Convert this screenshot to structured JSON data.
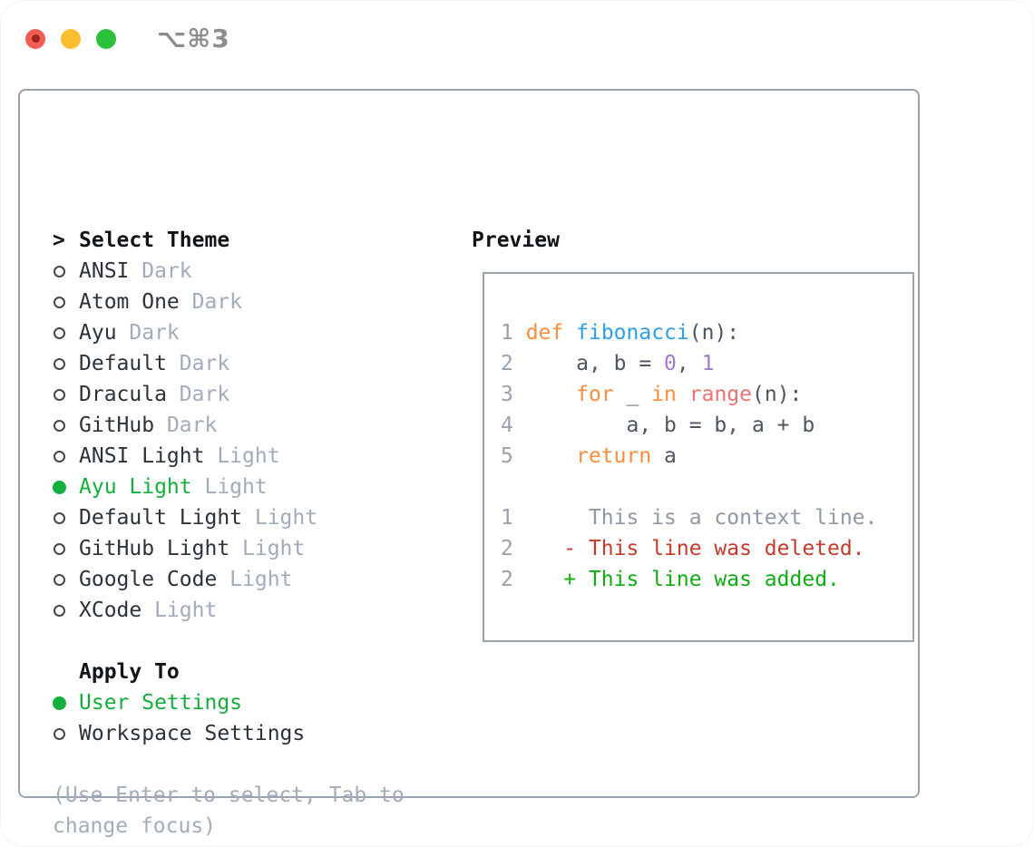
{
  "window": {
    "shortcut": "⌥⌘3"
  },
  "traffic_lights": [
    {
      "name": "close"
    },
    {
      "name": "minimize"
    },
    {
      "name": "zoom"
    }
  ],
  "theme_picker": {
    "prompt": ">",
    "title": "Select Theme",
    "items": [
      {
        "label": "ANSI",
        "tag": "Dark",
        "selected": false
      },
      {
        "label": "Atom One",
        "tag": "Dark",
        "selected": false
      },
      {
        "label": "Ayu",
        "tag": "Dark",
        "selected": false
      },
      {
        "label": "Default",
        "tag": "Dark",
        "selected": false
      },
      {
        "label": "Dracula",
        "tag": "Dark",
        "selected": false
      },
      {
        "label": "GitHub",
        "tag": "Dark",
        "selected": false
      },
      {
        "label": "ANSI Light",
        "tag": "Light",
        "selected": false
      },
      {
        "label": "Ayu Light",
        "tag": "Light",
        "selected": true
      },
      {
        "label": "Default Light",
        "tag": "Light",
        "selected": false
      },
      {
        "label": "GitHub Light",
        "tag": "Light",
        "selected": false
      },
      {
        "label": "Google Code",
        "tag": "Light",
        "selected": false
      },
      {
        "label": "XCode",
        "tag": "Light",
        "selected": false
      }
    ],
    "apply_to": {
      "title": "Apply To",
      "options": [
        {
          "label": "User Settings",
          "selected": true
        },
        {
          "label": "Workspace Settings",
          "selected": false
        }
      ]
    },
    "hint": "(Use Enter to select, Tab to change focus)"
  },
  "preview": {
    "title": "Preview",
    "lines": [
      {
        "n": "1",
        "segs": [
          {
            "t": " "
          },
          {
            "t": "def",
            "c": "kw"
          },
          {
            "t": " "
          },
          {
            "t": "fibonacci",
            "c": "fn"
          },
          {
            "t": "(n):"
          }
        ]
      },
      {
        "n": "2",
        "segs": [
          {
            "t": "     a, b = "
          },
          {
            "t": "0",
            "c": "num"
          },
          {
            "t": ", "
          },
          {
            "t": "1",
            "c": "num"
          }
        ]
      },
      {
        "n": "3",
        "segs": [
          {
            "t": "     "
          },
          {
            "t": "for",
            "c": "kw"
          },
          {
            "t": " _ "
          },
          {
            "t": "in",
            "c": "kw"
          },
          {
            "t": " "
          },
          {
            "t": "range",
            "c": "builtin"
          },
          {
            "t": "(n):"
          }
        ]
      },
      {
        "n": "4",
        "segs": [
          {
            "t": "         a, b = b, a + b"
          }
        ]
      },
      {
        "n": "5",
        "segs": [
          {
            "t": "     "
          },
          {
            "t": "return",
            "c": "kw"
          },
          {
            "t": " a"
          }
        ]
      },
      {
        "n": "",
        "segs": []
      },
      {
        "n": "1",
        "segs": [
          {
            "t": "      This is a context line.",
            "c": "gray"
          }
        ]
      },
      {
        "n": "2",
        "segs": [
          {
            "t": "    - This line was deleted.",
            "c": "red"
          }
        ]
      },
      {
        "n": "2",
        "segs": [
          {
            "t": "    + This line was added.",
            "c": "green"
          }
        ]
      }
    ]
  },
  "colors": {
    "selection_green": "#14ae3c",
    "added_green": "#12ab12",
    "deleted_red": "#c7392a",
    "keyword_orange": "#fa8d3e",
    "function_blue": "#2e9fe6",
    "number_purple": "#a37acc",
    "builtin_coral": "#f07171",
    "border_gray": "#99a3af",
    "line_number_gray": "#98a2ae",
    "context_gray": "#8f99a5",
    "tag_gray": "#a2abb9",
    "hint_gray": "#a3acb9",
    "code_plain": "#4d5661",
    "item_text": "#2b323a",
    "title_text": "#101418",
    "traffic_red": "#f25d52",
    "traffic_red_dot": "#9c241c",
    "traffic_yellow": "#fcbd2f",
    "traffic_green": "#2dc03c"
  }
}
